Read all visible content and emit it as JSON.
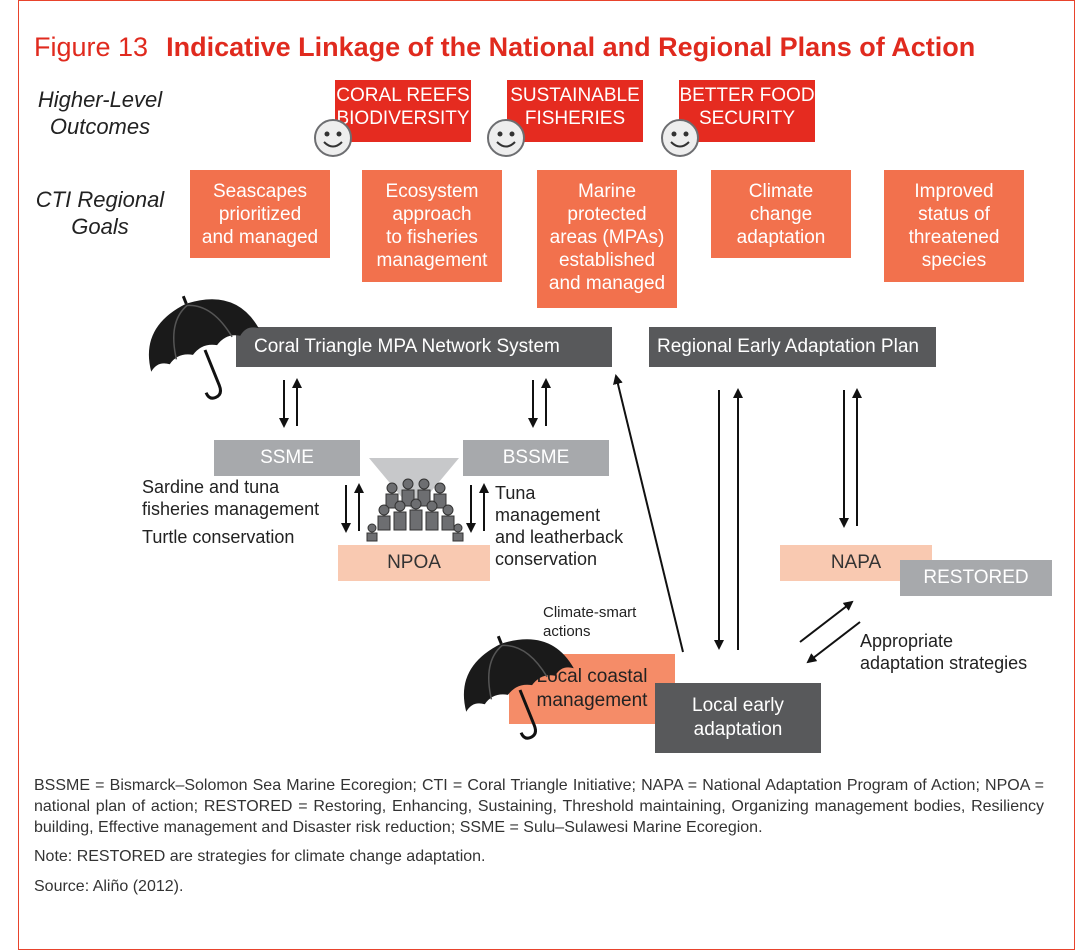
{
  "figure": {
    "number": "Figure 13",
    "title": "Indicative Linkage of the National and Regional Plans of Action"
  },
  "rows": {
    "outcomes_label_1": "Higher-Level",
    "outcomes_label_2": "Outcomes",
    "goals_label_1": "CTI Regional",
    "goals_label_2": "Goals"
  },
  "outcomes": [
    {
      "line1": "CORAL REEFS",
      "line2": "BIODIVERSITY"
    },
    {
      "line1": "SUSTAINABLE",
      "line2": "FISHERIES"
    },
    {
      "line1": "BETTER FOOD",
      "line2": "SECURITY"
    }
  ],
  "goals": [
    {
      "lines": [
        "Seascapes",
        "prioritized",
        "and managed"
      ]
    },
    {
      "lines": [
        "Ecosystem",
        "approach",
        "to fisheries",
        "management"
      ]
    },
    {
      "lines": [
        "Marine",
        "protected",
        "areas (MPAs)",
        "established",
        "and managed"
      ]
    },
    {
      "lines": [
        "Climate",
        "change",
        "adaptation"
      ]
    },
    {
      "lines": [
        "Improved",
        "status of",
        "threatened",
        "species"
      ]
    }
  ],
  "nodes": {
    "mpa_network": "Coral Triangle MPA Network System",
    "regional_plan": "Regional Early Adaptation Plan",
    "ssme": "SSME",
    "bssme": "BSSME",
    "npoa": "NPOA",
    "napa": "NAPA",
    "restored": "RESTORED",
    "local_coastal_1": "Local coastal",
    "local_coastal_2": "management",
    "local_early_1": "Local early",
    "local_early_2": "adaptation"
  },
  "annotations": {
    "ssme_1": "Sardine and tuna",
    "ssme_2": "fisheries management",
    "ssme_3": "Turtle conservation",
    "bssme_1": "Tuna",
    "bssme_2": "management",
    "bssme_3": "and leatherback",
    "bssme_4": "conservation",
    "climate_1": "Climate-smart",
    "climate_2": "actions",
    "approp_1": "Appropriate",
    "approp_2": "adaptation strategies"
  },
  "icons": {
    "smiley": "smiley-face-icon",
    "umbrella": "umbrella-icon",
    "people": "people-group-icon"
  },
  "colors": {
    "frame": "#e8432c",
    "title": "#e02a1e",
    "outcome": "#e52b20",
    "goal": "#f2714d",
    "dark": "#58595b",
    "grey": "#a7a9ac",
    "pink": "#f9c9b1"
  },
  "footer": {
    "abbrev": "BSSME = Bismarck–Solomon Sea Marine Ecoregion; CTI = Coral Triangle Initiative; NAPA = National Adaptation Program of Action; NPOA = national plan of action; RESTORED = Restoring, Enhancing, Sustaining, Threshold maintaining, Organizing management bodies, Resiliency building, Effective management and Disaster risk reduction; SSME = Sulu–Sulawesi Marine Ecoregion.",
    "note": "Note: RESTORED are strategies for climate change adaptation.",
    "source": "Source: Aliño (2012)."
  }
}
